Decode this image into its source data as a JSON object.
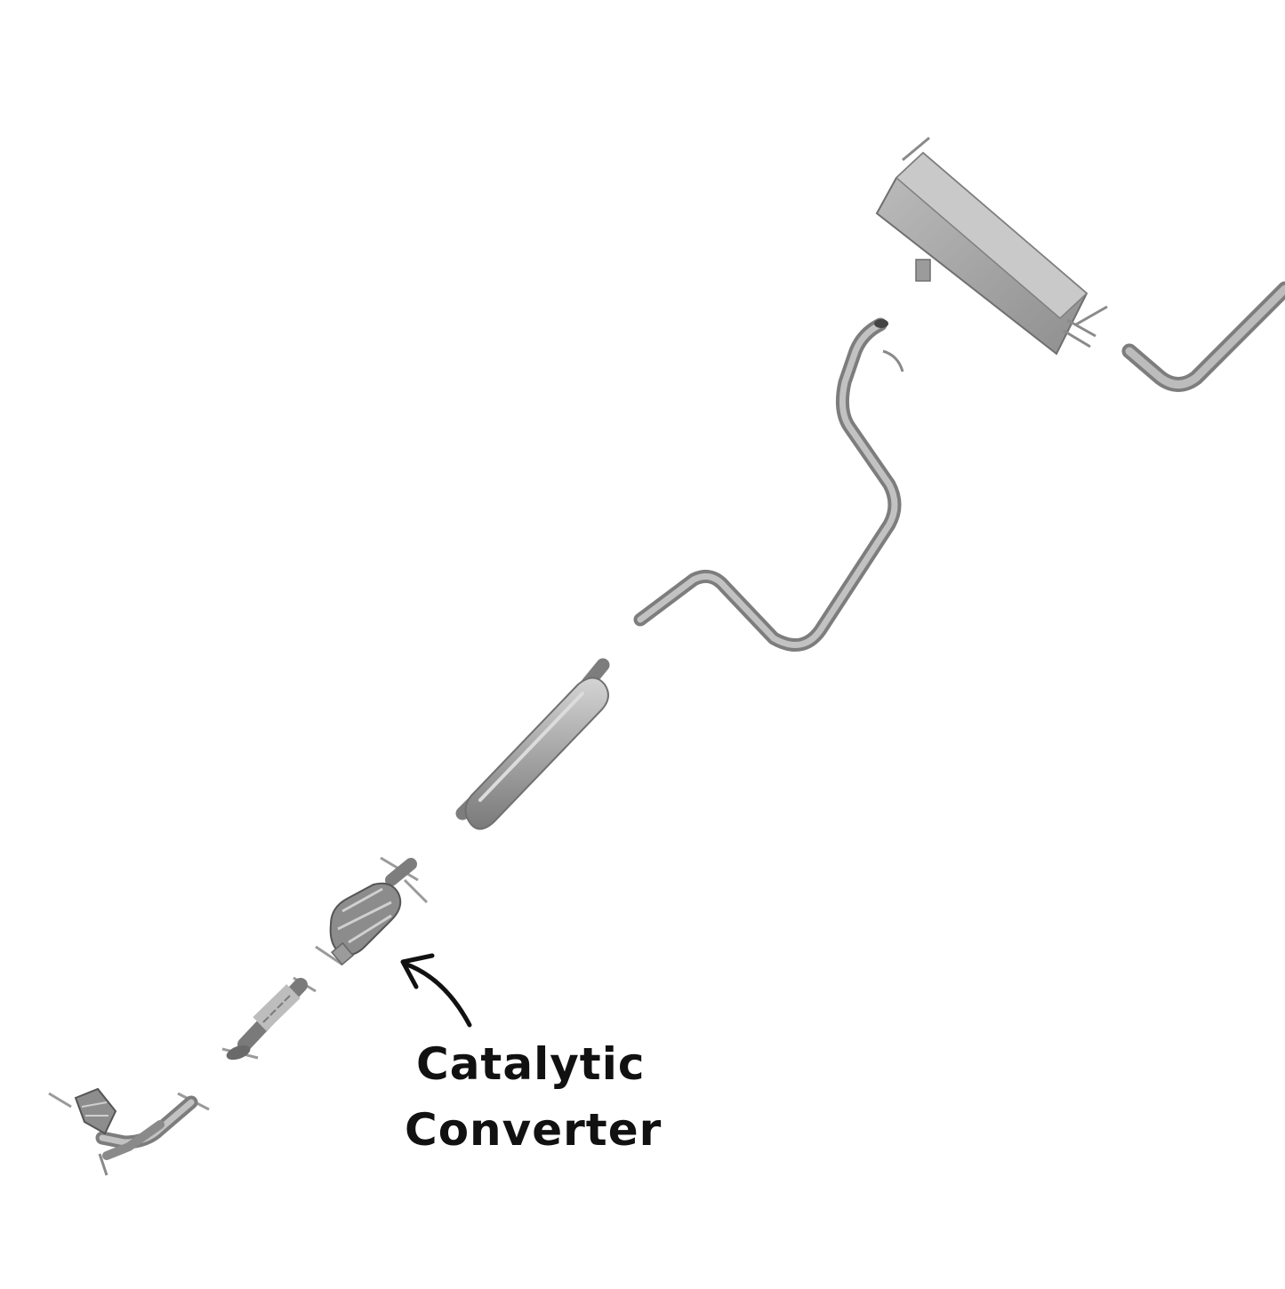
{
  "callout": {
    "line1": "Catalytic",
    "line2": "Converter"
  },
  "colors": {
    "background": "#ffffff",
    "metal": "#a3a3a3",
    "metal_dark": "#6e6e6e",
    "metal_light": "#cfcfcf",
    "ink": "#111111"
  },
  "parts": [
    "front-pipe-with-manifold-converter",
    "flex-pipe",
    "catalytic-converter",
    "resonator",
    "intermediate-pipe",
    "muffler",
    "tail-pipe"
  ]
}
